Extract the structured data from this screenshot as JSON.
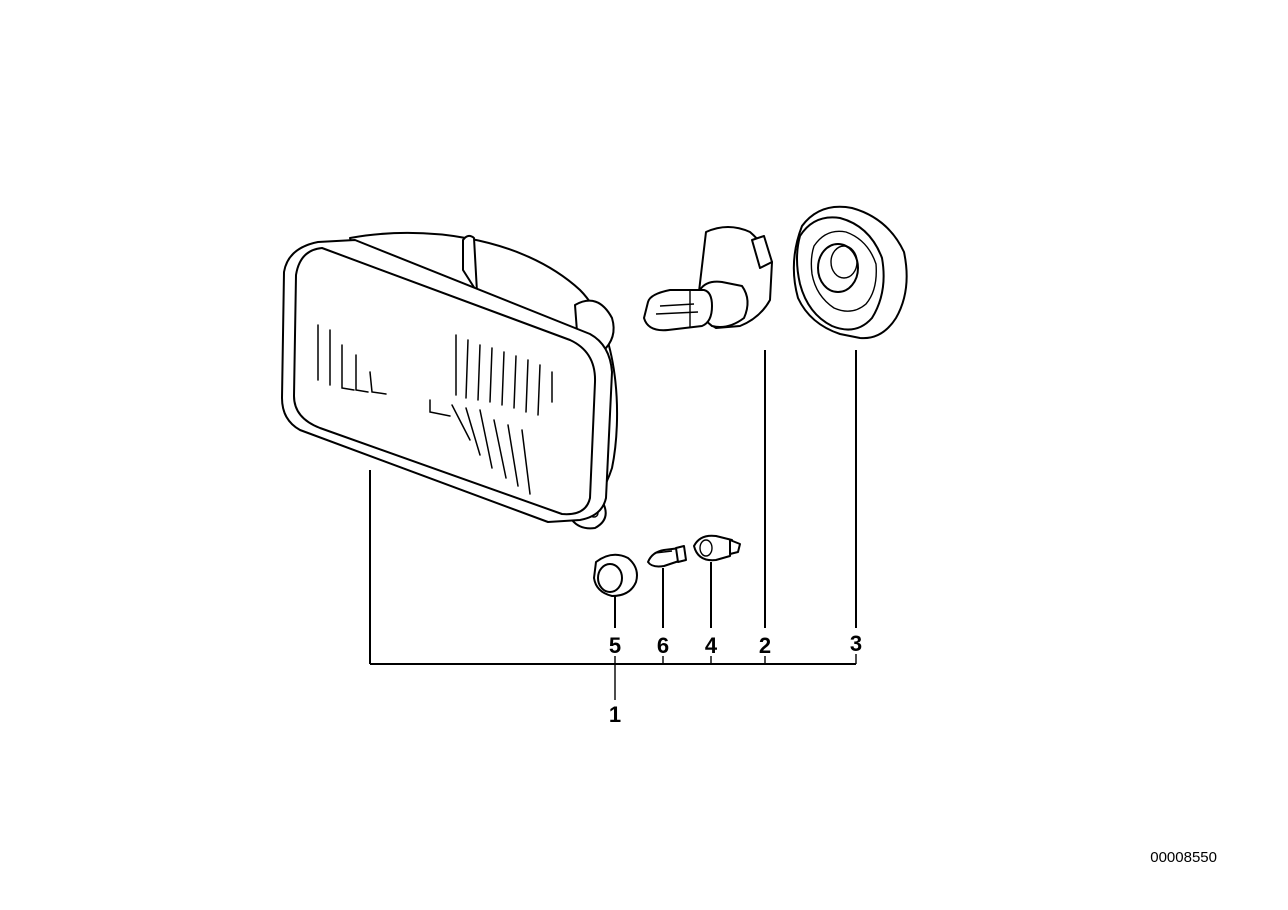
{
  "callouts": {
    "c1": "1",
    "c2": "2",
    "c3": "3",
    "c4": "4",
    "c5": "5",
    "c6": "6"
  },
  "diagram_id": "00008550"
}
